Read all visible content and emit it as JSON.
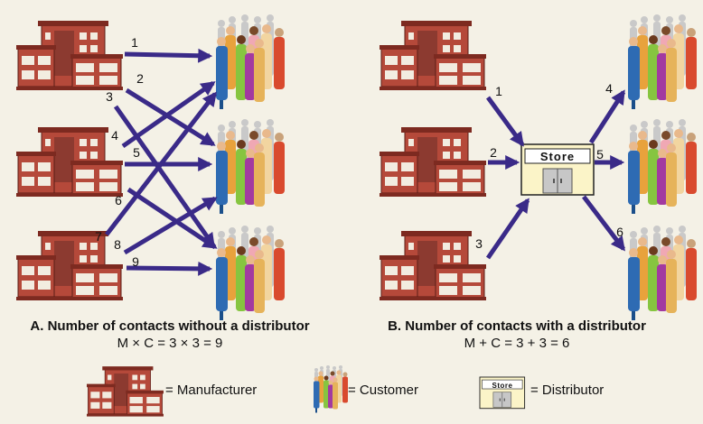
{
  "panel_a": {
    "heading": "A. Number of contacts without a distributor",
    "formula": "M × C = 3 × 3 = 9",
    "arrow_labels": [
      "1",
      "2",
      "3",
      "4",
      "5",
      "6",
      "7",
      "8",
      "9"
    ]
  },
  "panel_b": {
    "heading": "B. Number of contacts with a distributor",
    "formula": "M + C = 3 + 3 = 6",
    "arrow_labels": [
      "1",
      "2",
      "3",
      "4",
      "5",
      "6"
    ],
    "store_sign": "Store"
  },
  "legend": {
    "manufacturer": "= Manufacturer",
    "customer": "= Customer",
    "distributor": "= Distributor",
    "store_sign": "Store"
  },
  "colors": {
    "arrow": "#3a2a88",
    "building": "#b5493a",
    "building_dark": "#7d2a20",
    "window": "#f2ece0",
    "store_fill": "#fbf4c8",
    "background": "#f4f1e6"
  }
}
